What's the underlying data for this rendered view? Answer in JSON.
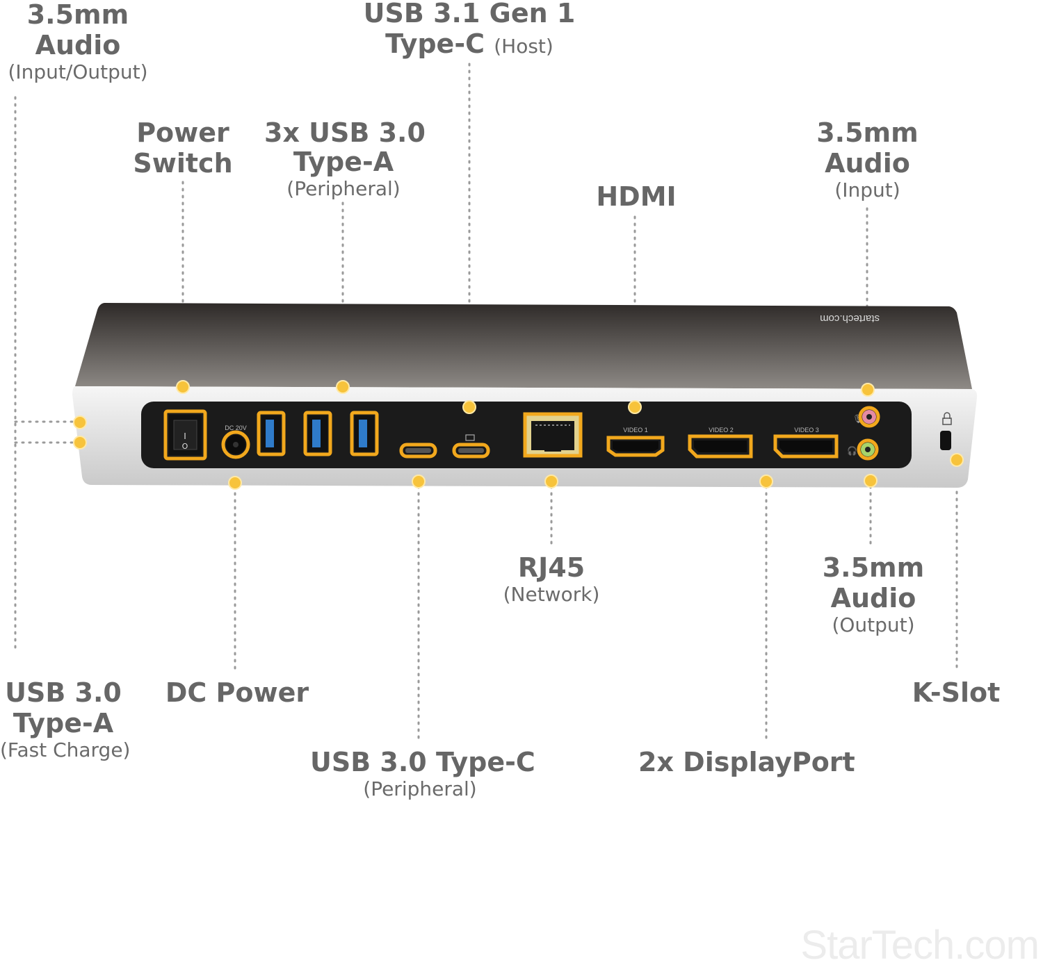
{
  "labels": {
    "audio_io": {
      "title_1": "3.5mm",
      "title_2": "Audio",
      "sub": "(Input/Output)"
    },
    "power_switch": {
      "title_1": "Power",
      "title_2": "Switch"
    },
    "usb_a_peripheral": {
      "title_1": "3x USB 3.0",
      "title_2": "Type-A",
      "sub": "(Peripheral)"
    },
    "usb_c_host": {
      "title_1": "USB 3.1 Gen 1",
      "title_2": "Type-C",
      "title_2_sub": "(Host)"
    },
    "hdmi": {
      "title_1": "HDMI"
    },
    "audio_in": {
      "title_1": "3.5mm",
      "title_2": "Audio",
      "sub": "(Input)"
    },
    "usb_a_fast": {
      "title_1": "USB 3.0",
      "title_2": "Type-A",
      "sub": "(Fast Charge)"
    },
    "dc_power": {
      "title_1": "DC Power"
    },
    "usb_c_peripheral": {
      "title_1": "USB 3.0 Type-C",
      "sub": "(Peripheral)"
    },
    "rj45": {
      "title_1": "RJ45",
      "sub": "(Network)"
    },
    "displayport": {
      "title_1": "2x DisplayPort"
    },
    "audio_out": {
      "title_1": "3.5mm",
      "title_2": "Audio",
      "sub": "(Output)"
    },
    "kslot": {
      "title_1": "K-Slot"
    }
  },
  "device": {
    "brand": "startech.com",
    "dc_tag": "DC 20V",
    "video_tags": [
      "VIDEO 1",
      "VIDEO 2",
      "VIDEO 3"
    ]
  },
  "watermark": "StarTech.com",
  "colors": {
    "highlight": "#f7c33b",
    "leader": "#9a9a9a",
    "text": "#666666"
  }
}
